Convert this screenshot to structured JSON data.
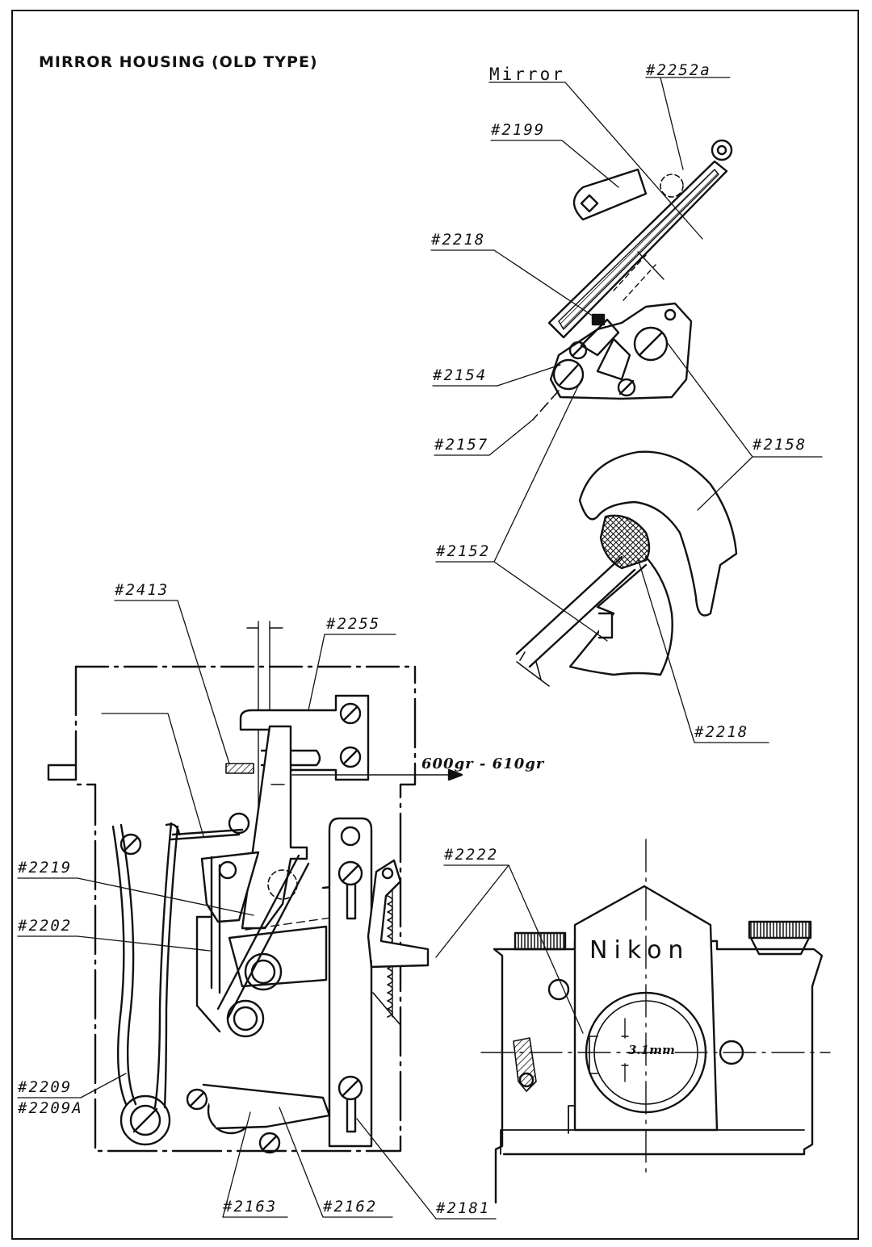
{
  "title": "MIRROR HOUSING (OLD TYPE)",
  "brand": "Nikon",
  "annotations": {
    "mirror": "Mirror",
    "force": "600gr - 610gr",
    "dimension": "3.1mm"
  },
  "parts": {
    "p2252a": "#2252a",
    "p2199": "#2199",
    "p2218_top": "#2218",
    "p2154": "#2154",
    "p2157": "#2157",
    "p2158": "#2158",
    "p2152": "#2152",
    "p2218_bottom": "#2218",
    "p2413": "#2413",
    "p2255": "#2255",
    "p2219": "#2219",
    "p2202": "#2202",
    "p2222": "#2222",
    "p2209": "#2209",
    "p2209A": "#2209A",
    "p2163": "#2163",
    "p2162": "#2162",
    "p2181": "#2181"
  }
}
